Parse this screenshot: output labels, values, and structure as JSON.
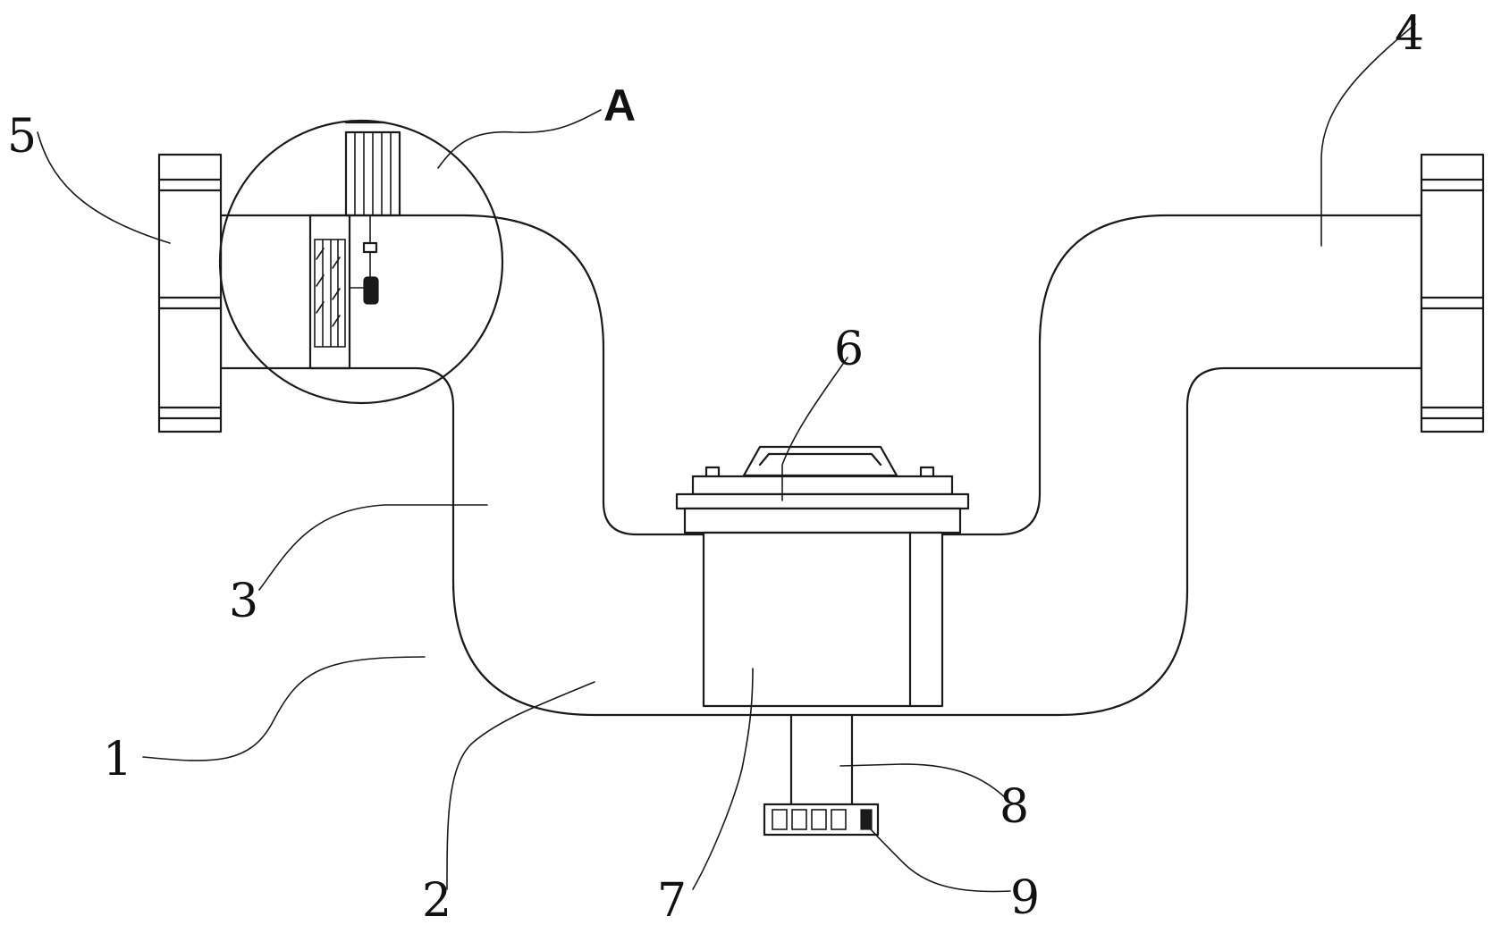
{
  "labels": {
    "l1": "1",
    "l2": "2",
    "l3": "3",
    "l4": "4",
    "l5": "5",
    "l6": "6",
    "l7": "7",
    "l8": "8",
    "l9": "9",
    "lA": "A"
  }
}
